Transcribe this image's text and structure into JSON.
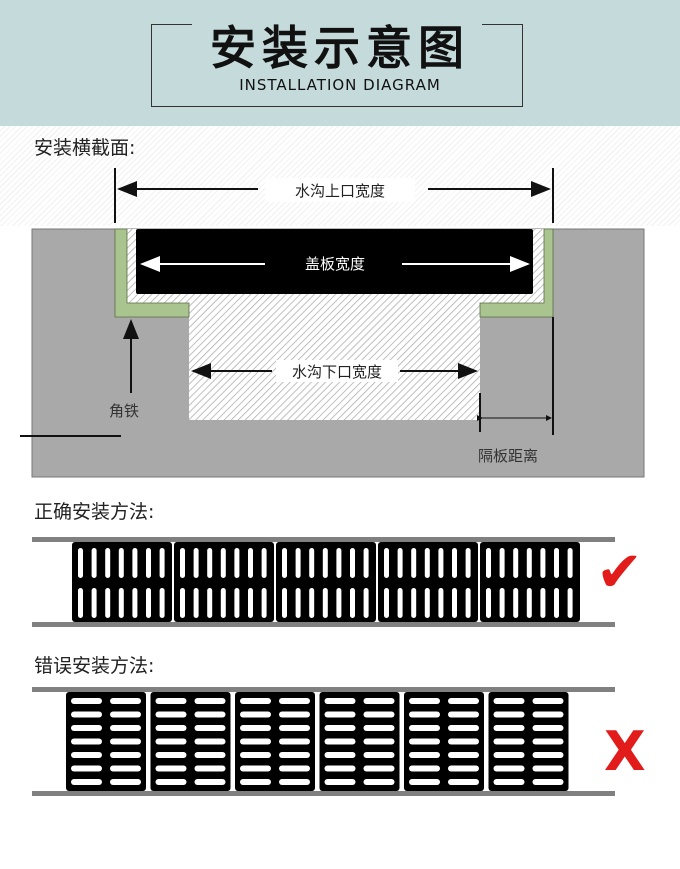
{
  "header": {
    "title": "安装示意图",
    "subtitle": "INSTALLATION DIAGRAM"
  },
  "cross_section": {
    "heading": "安装横截面:",
    "top_width": "水沟上口宽度",
    "cover_width": "盖板宽度",
    "bottom_width": "水沟下口宽度",
    "angle_iron": "角铁",
    "partition_distance": "隔板距离"
  },
  "correct": {
    "heading": "正确安装方法:",
    "grates": 5,
    "mark": "✔"
  },
  "wrong": {
    "heading": "错误安装方法:",
    "grates": 6,
    "mark": "X"
  },
  "colors": {
    "ground": "#a9a9a9",
    "angle_iron": "#a9c48f",
    "cover": "#000000",
    "mark": "#e21b1b",
    "rail": "#808080"
  }
}
